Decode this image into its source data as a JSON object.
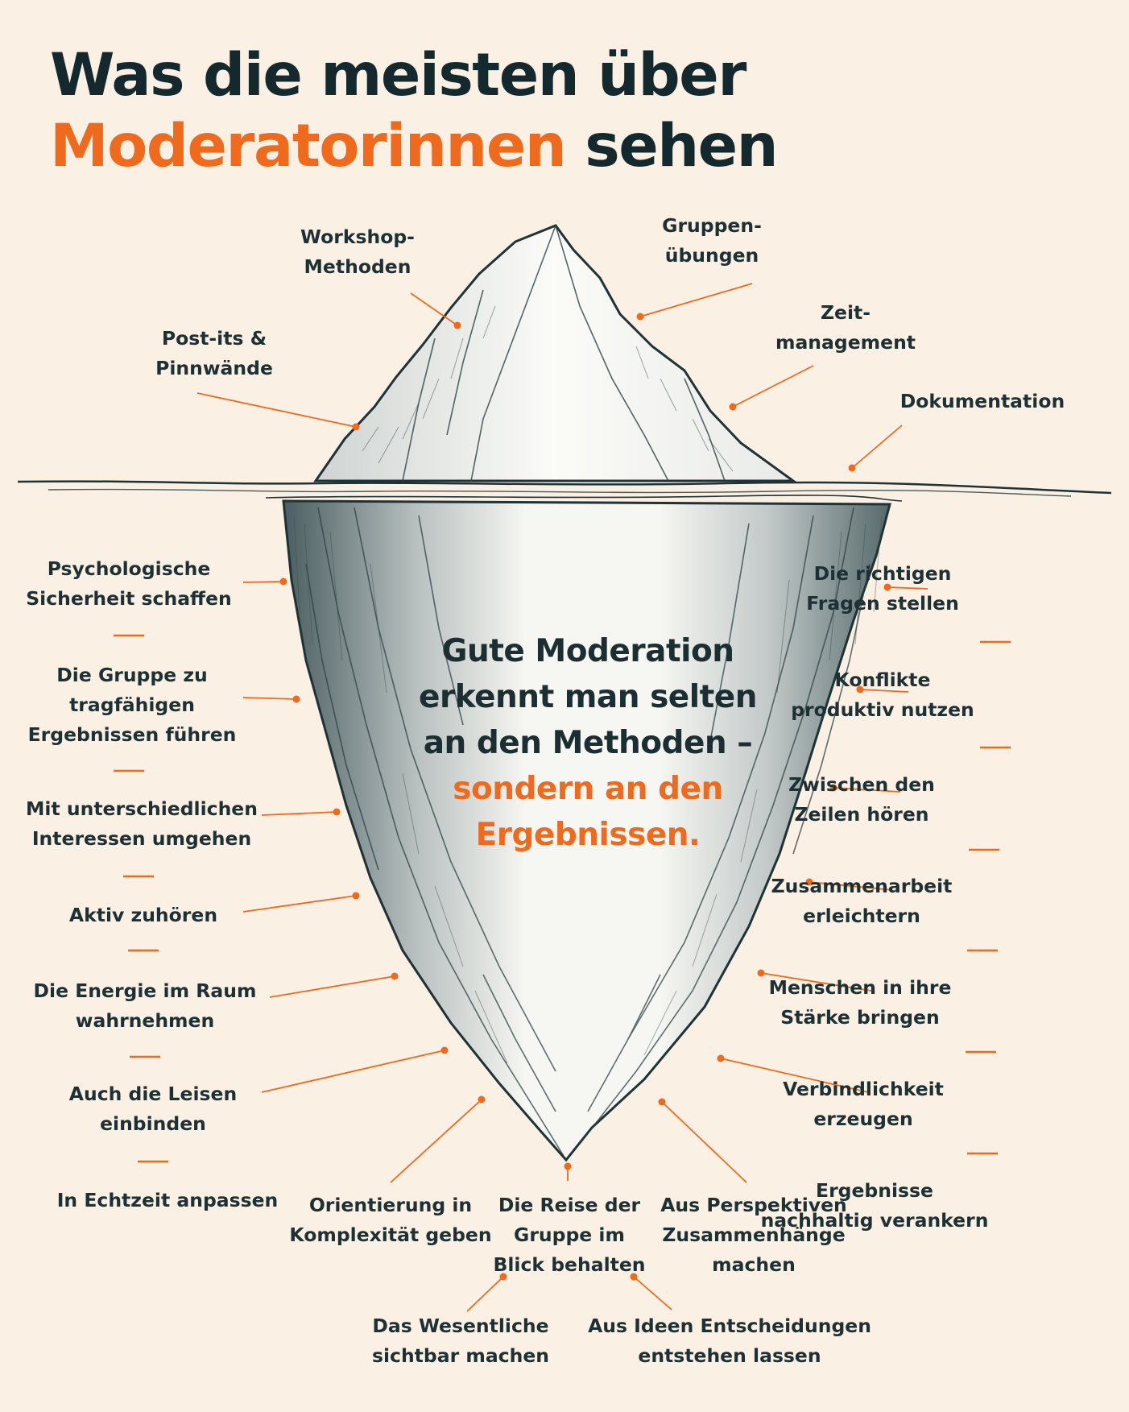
{
  "title": {
    "line1": "Was die meisten über",
    "accent": "Moderatorinnen",
    "rest": " sehen"
  },
  "center": {
    "line1": "Gute Moderation",
    "line2": "erkennt man selten",
    "line3": "an den Methoden –",
    "accent1": "sondern an den",
    "accent2": "Ergebnissen."
  },
  "above": [
    {
      "id": "workshop",
      "text": "Workshop-\nMethoden"
    },
    {
      "id": "gruppen",
      "text": "Gruppen-\nübungen"
    },
    {
      "id": "postits",
      "text": "Post-its &\nPinnwände"
    },
    {
      "id": "zeit",
      "text": "Zeit-\nmanagement"
    },
    {
      "id": "doku",
      "text": "Dokumentation"
    }
  ],
  "left": [
    {
      "id": "psych",
      "text": "Psychologische\nSicherheit schaffen"
    },
    {
      "id": "gruppe",
      "text": "Die Gruppe zu\ntragfähigen\nErgebnissen führen"
    },
    {
      "id": "interessen",
      "text": "Mit unterschiedlichen\nInteressen umgehen"
    },
    {
      "id": "zuhoeren",
      "text": "Aktiv zuhören"
    },
    {
      "id": "energie",
      "text": "Die Energie im Raum\nwahrnehmen"
    },
    {
      "id": "leisen",
      "text": "Auch die Leisen\neinbinden"
    },
    {
      "id": "echtzeit",
      "text": "In Echtzeit anpassen"
    }
  ],
  "right": [
    {
      "id": "fragen",
      "text": "Die richtigen\nFragen stellen"
    },
    {
      "id": "konflikte",
      "text": "Konflikte\nproduktiv nutzen"
    },
    {
      "id": "zeilen",
      "text": "Zwischen den\nZeilen hören"
    },
    {
      "id": "zusammen",
      "text": "Zusammenarbeit\nerleichtern"
    },
    {
      "id": "staerke",
      "text": "Menschen in ihre\nStärke bringen"
    },
    {
      "id": "verbind",
      "text": "Verbindlichkeit\nerzeugen"
    },
    {
      "id": "nachhaltig",
      "text": "Ergebnisse\nnachhaltig verankern"
    }
  ],
  "bottom": [
    {
      "id": "orient",
      "text": "Orientierung in\nKomplexität geben"
    },
    {
      "id": "reise",
      "text": "Die Reise der\nGruppe im\nBlick behalten"
    },
    {
      "id": "perspektiven",
      "text": "Aus Perspektiven\nZusammenhänge\nmachen"
    },
    {
      "id": "wesentlich",
      "text": "Das Wesentliche\nsichtbar machen"
    },
    {
      "id": "ideen",
      "text": "Aus Ideen Entscheidungen\nentstehen lassen"
    }
  ],
  "colors": {
    "accent": "#ef6a1d",
    "ink": "#1c2f33",
    "background": "#faf0e3"
  }
}
